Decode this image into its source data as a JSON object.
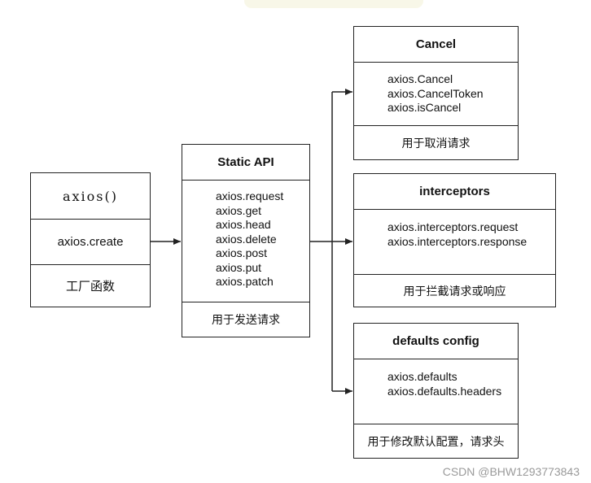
{
  "axios_box": {
    "title": "axios()",
    "items": [
      "axios.create"
    ],
    "note": "工厂函数"
  },
  "static_api": {
    "title": "Static API",
    "items": [
      "axios.request",
      "axios.get",
      "axios.head",
      "axios.delete",
      "axios.post",
      "axios.put",
      "axios.patch"
    ],
    "note": "用于发送请求"
  },
  "cancel": {
    "title": "Cancel",
    "items": [
      "axios.Cancel",
      "axios.CancelToken",
      "axios.isCancel"
    ],
    "note": "用于取消请求"
  },
  "interceptors": {
    "title": "interceptors",
    "items": [
      "axios.interceptors.request",
      "axios.interceptors.response"
    ],
    "note": "用于拦截请求或响应"
  },
  "defaults_config": {
    "title": "defaults config",
    "items": [
      "axios.defaults",
      "axios.defaults.headers"
    ],
    "note": "用于修改默认配置，请求头"
  },
  "watermark": "CSDN @BHW1293773843",
  "colors": {
    "line": "#222222",
    "watermark": "#9a9a9a"
  }
}
